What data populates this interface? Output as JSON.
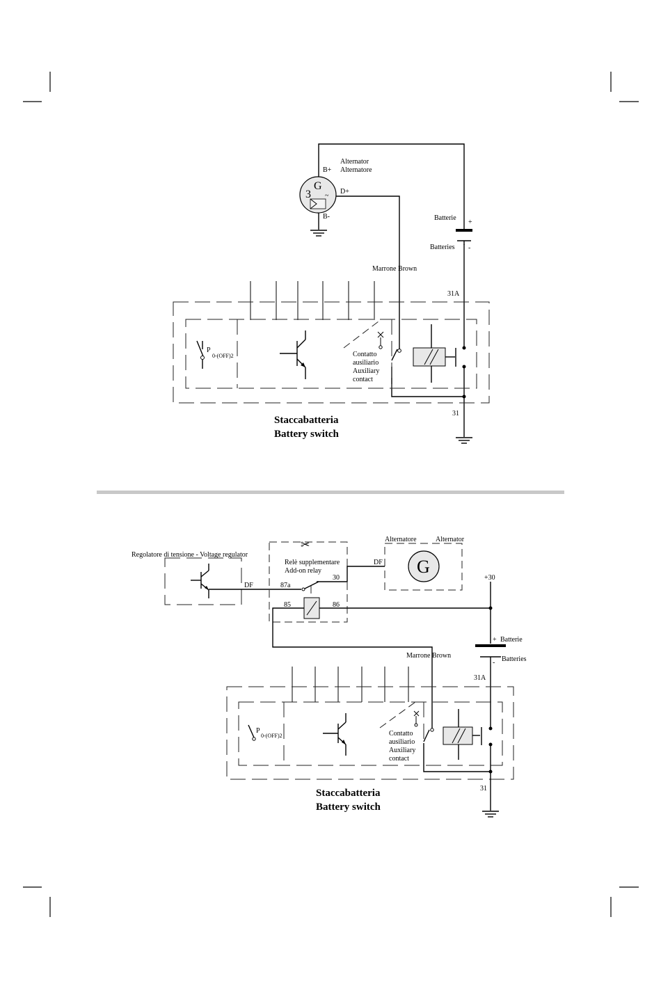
{
  "diagram1": {
    "alternator_label_en": "Alternator",
    "alternator_label_it": "Alternatore",
    "b_plus": "B+",
    "b_minus": "B-",
    "d_plus": "D+",
    "gen_letter": "G",
    "gen_phase": "3",
    "gen_ac": "~",
    "battery_label_it": "Batterie",
    "battery_label_en": "Batteries",
    "battery_plus": "+",
    "battery_minus": "-",
    "wire_label": "Marrone   Brown",
    "terminal_31a": "31A",
    "terminal_31": "31",
    "switch_p": "P",
    "switch_p_sub": "0-(OFF)2",
    "aux_contact": [
      "Contatto",
      "ausiliario",
      "Auxiliary",
      "contact"
    ],
    "title_it": "Staccabatteria",
    "title_en": "Battery switch"
  },
  "diagram2": {
    "regulator_label": "Regolatore di tensione - Voltage regulator",
    "relay_label_it": "Relè supplementare",
    "relay_label_en": "Add-on relay",
    "alternator_label_it": "Alternatore",
    "alternator_label_en": "Alternator",
    "gen_letter": "G",
    "df_left": "DF",
    "df_right": "DF",
    "pin_87a": "87a",
    "pin_30": "30",
    "pin_85": "85",
    "pin_86": "86",
    "terminal_plus30": "+30",
    "battery_label_it": "Batterie",
    "battery_label_en": "Batteries",
    "battery_plus": "+",
    "battery_minus": "-",
    "wire_label": "Marrone   Brown",
    "terminal_31a": "31A",
    "terminal_31": "31",
    "switch_p": "P",
    "switch_p_sub": "0-(OFF)2",
    "aux_contact": [
      "Contatto",
      "ausiliario",
      "Auxiliary",
      "contact"
    ],
    "title_it": "Staccabatteria",
    "title_en": "Battery switch"
  },
  "icons": {
    "scissors": "scissors-icon",
    "ground": "ground-icon"
  }
}
